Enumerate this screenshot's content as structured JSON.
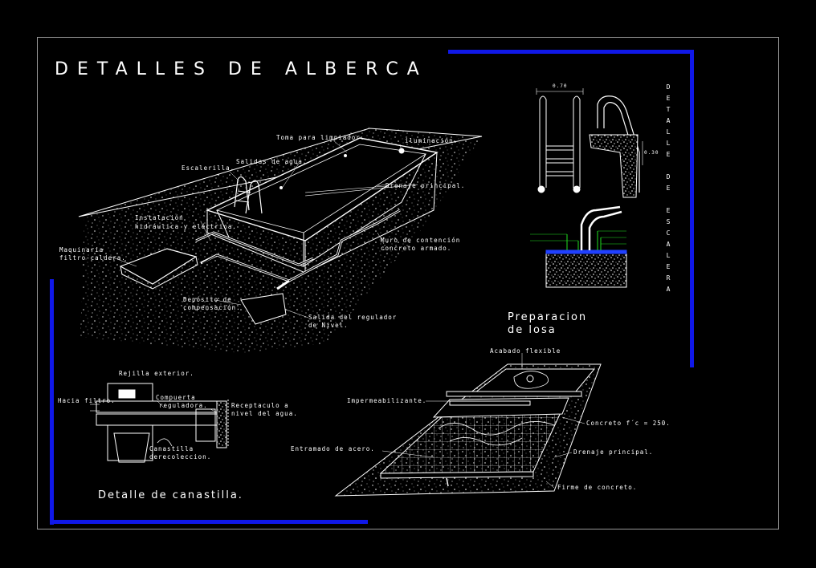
{
  "title": "DETALLES DE ALBERCA",
  "colors": {
    "background": "#000000",
    "accent": "#1018e8",
    "line": "#ffffff",
    "frame": "#9a9a9a"
  },
  "pool_labels": {
    "toma": "Toma para limpiador.",
    "iluminacion": "iluminación.",
    "salidas": "Salidas de agua.",
    "escalerilla": "Escalerilla.",
    "drenaje": "Drenaje principal.",
    "instalacion_1": "Instalación",
    "instalacion_2": "hidráulica y eléctrica.",
    "maquinaria_1": "Maquinaria",
    "maquinaria_2": "filtro-caldera.",
    "muro_1": "Muro de contención",
    "muro_2": "concreto armado.",
    "deposito_1": "Depósito de",
    "deposito_2": "compensación.",
    "salida_reg_1": "Salida del regulador",
    "salida_reg_2": "de Nivel."
  },
  "escalera": {
    "dim_top": "0.70",
    "dim_side": "0.30",
    "vertical_title": "DETALLE DE ESCALERA"
  },
  "losa_title_1": "Preparacion",
  "losa_title_2": "de losa",
  "losa_labels": {
    "acabado": "Acabado flexible",
    "impermeabilizante": "Impermeabilizante.",
    "concreto": "Concreto f´c = 250.",
    "entramado": "Entramado de acero.",
    "drenaje": "Drenaje principal.",
    "firme": "Firme de concreto."
  },
  "canastilla_title": "Detalle de canastilla.",
  "canastilla_labels": {
    "rejilla": "Rejilla exterior.",
    "hacia": "Hacia filtro.",
    "compuerta_1": "Compuerta",
    "compuerta_2": "reguladora.",
    "receptaculo_1": "Receptaculo a",
    "receptaculo_2": "nivel del agua.",
    "canastilla_1": "Canastilla",
    "canastilla_2": "derecoleccion."
  }
}
